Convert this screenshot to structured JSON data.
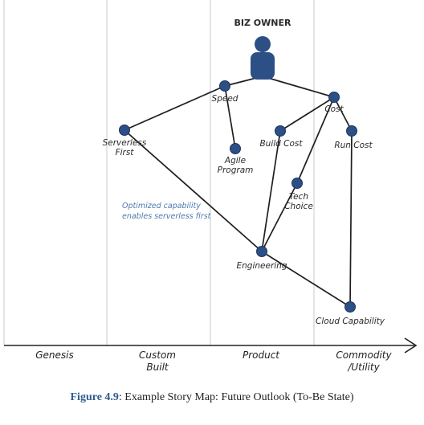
{
  "diagram": {
    "stages": [
      "Genesis",
      "Custom\nBuilt",
      "Product",
      "Commodity\n/Utility"
    ],
    "components": [
      {
        "id": "biz",
        "label": "BIZ OWNER",
        "kind": "user"
      },
      {
        "id": "speed",
        "label": "Speed"
      },
      {
        "id": "cost",
        "label": "Cost"
      },
      {
        "id": "serverless",
        "label": "Serverless\nFirst"
      },
      {
        "id": "agile",
        "label": "Agile\nProgram"
      },
      {
        "id": "build",
        "label": "Build Cost"
      },
      {
        "id": "run",
        "label": "Run Cost"
      },
      {
        "id": "tech",
        "label": "Tech\nChoice"
      },
      {
        "id": "eng",
        "label": "Engineering"
      },
      {
        "id": "cloud",
        "label": "Cloud Capability"
      }
    ],
    "links": [
      {
        "from": "biz",
        "to": "speed"
      },
      {
        "from": "biz",
        "to": "cost"
      },
      {
        "from": "speed",
        "to": "serverless"
      },
      {
        "from": "speed",
        "to": "agile"
      },
      {
        "from": "cost",
        "to": "build"
      },
      {
        "from": "cost",
        "to": "run"
      },
      {
        "from": "cost",
        "to": "tech"
      },
      {
        "from": "build",
        "to": "eng"
      },
      {
        "from": "tech",
        "to": "eng"
      },
      {
        "from": "serverless",
        "to": "eng"
      },
      {
        "from": "run",
        "to": "cloud"
      },
      {
        "from": "eng",
        "to": "cloud"
      }
    ],
    "annotation": "Optimized capability\nenables serverless first",
    "colors": {
      "node": "#2c4f86",
      "annotation": "#4e79ad",
      "line": "#1f1f1f"
    }
  },
  "caption": {
    "figure": "Figure 4.9",
    "text": ": Example Story Map: Future Outlook (To-Be State)"
  }
}
